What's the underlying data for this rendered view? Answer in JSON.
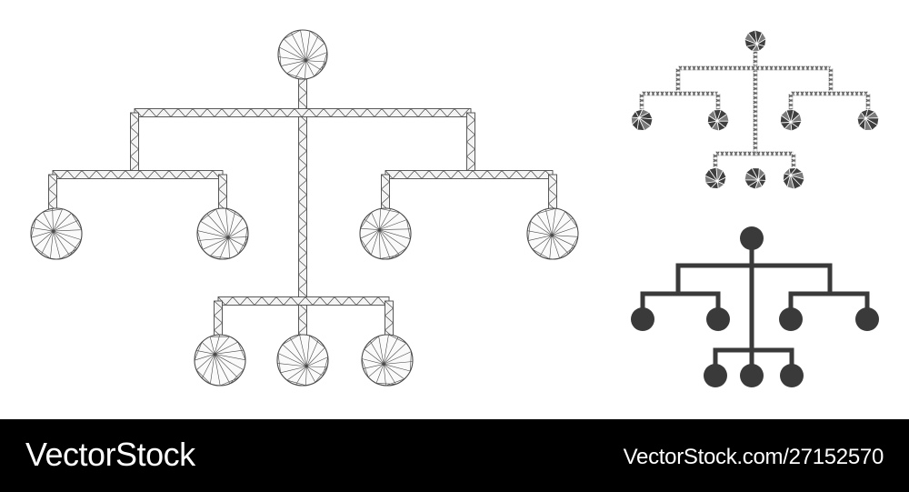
{
  "icon_subject": "hierarchy-tree-icon",
  "variants": [
    "mesh-wireframe",
    "triangle-mosaic",
    "solid-flat"
  ],
  "colors": {
    "background": "#ffffff",
    "mesh_stroke": "#4a4a4a",
    "mosaic_fill": "#3f3f3f",
    "solid_fill": "#3a3a3a",
    "footer_background": "#000000",
    "footer_text": "#ffffff"
  },
  "footer": {
    "brand": "VectorStock",
    "image_id": "VectorStock.com/27152570"
  }
}
